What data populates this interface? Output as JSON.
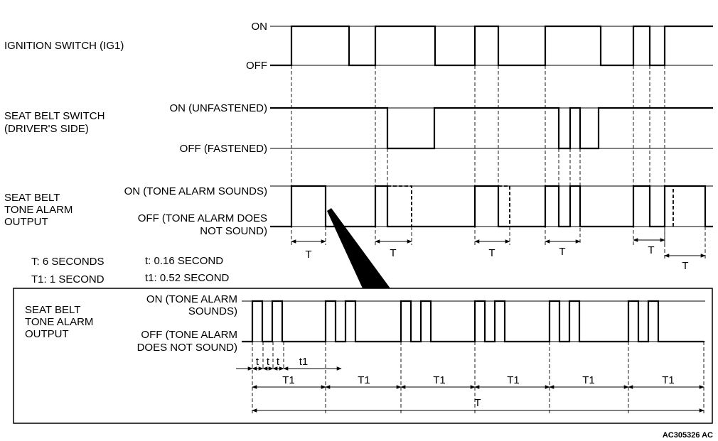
{
  "signals": {
    "ignition": {
      "name": "IGNITION SWITCH (IG1)",
      "on_label": "ON",
      "off_label": "OFF"
    },
    "seat_belt_switch": {
      "name_line1": "SEAT BELT SWITCH",
      "name_line2": "(DRIVER'S SIDE)",
      "on_label": "ON (UNFASTENED)",
      "off_label": "OFF (FASTENED)"
    },
    "alarm_output": {
      "name_line1": "SEAT BELT",
      "name_line2": "TONE ALARM",
      "name_line3": "OUTPUT",
      "on_label": "ON (TONE ALARM SOUNDS)",
      "off_label_line1": "OFF (TONE ALARM DOES",
      "off_label_line2": "NOT SOUND)"
    }
  },
  "period_labels": {
    "T": "T",
    "T1": "T1",
    "t": "t",
    "t1": "t1"
  },
  "legend": {
    "T": "T: 6 SECONDS",
    "T1": "T1: 1 SECOND",
    "t": "t: 0.16 SECOND",
    "t1": "t1: 0.52 SECOND"
  },
  "detail": {
    "name_line1": "SEAT BELT",
    "name_line2": "TONE ALARM",
    "name_line3": "OUTPUT",
    "on_line1": "ON (TONE ALARM",
    "on_line2": "SOUNDS)",
    "off_line1": "OFF (TONE ALARM",
    "off_line2": "DOES NOT SOUND)"
  },
  "reference_code": "AC305326 AC"
}
